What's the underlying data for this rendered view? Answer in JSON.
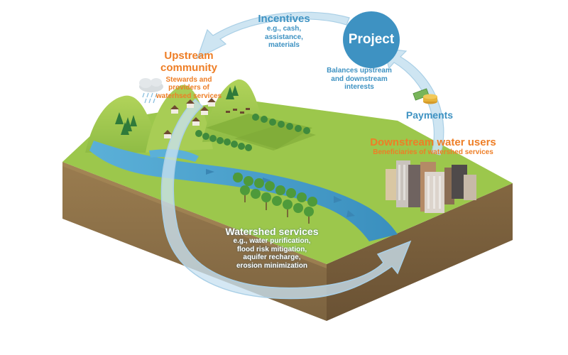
{
  "project": {
    "label": "Project"
  },
  "incentives": {
    "title": "Incentives",
    "subtitle": "e.g., cash, assistance, materials"
  },
  "upstream": {
    "title": "Upstream community",
    "subtitle": "Stewards and providers of waterhsed services"
  },
  "balances": {
    "text": "Balances upstream and downstream interests"
  },
  "payments": {
    "title": "Payments"
  },
  "downstream": {
    "title": "Downstream water users",
    "subtitle": "Beneficiaries of watershed services"
  },
  "services": {
    "title": "Watershed services",
    "items": [
      "e.g., water purification,",
      "flood risk mitigation,",
      "aquifer recharge,",
      "erosion minimization"
    ]
  },
  "colors": {
    "blue_accent": "#3e92c2",
    "orange_accent": "#ee7e26",
    "land_green": "#9cc74c",
    "soil": "#8a6e45",
    "water": "#4aa3cf"
  },
  "icons": [
    "rain-cloud-icon",
    "house-icon",
    "tree-icon",
    "cattle-icon",
    "money-stack-icon",
    "city-buildings-icon"
  ]
}
